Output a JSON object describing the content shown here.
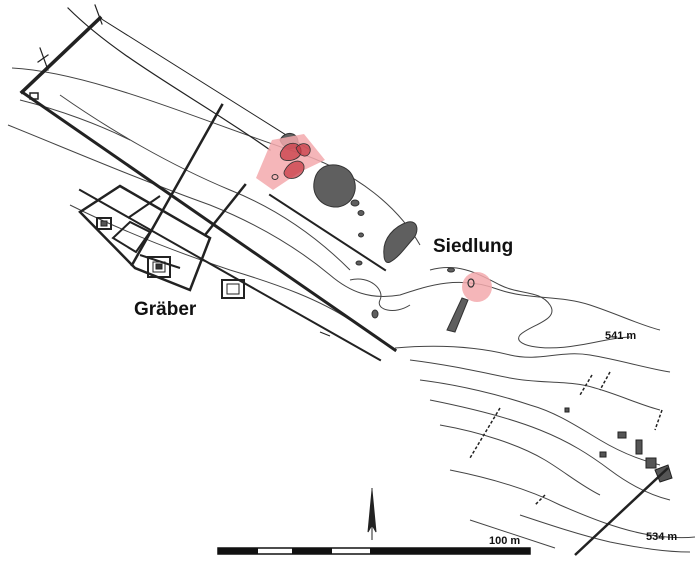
{
  "labels": {
    "settlement": "Siedlung",
    "graves": "Gräber",
    "contour_upper": "541 m",
    "contour_lower": "534 m",
    "scale": "100 m"
  },
  "colors": {
    "highlight": "#f3a9ad",
    "highlight_fill": "#c73b45",
    "feature_dark": "#5f5f5f",
    "line": "#222222",
    "contour": "#444444"
  },
  "icons": {
    "north_arrow": "north-arrow-icon"
  }
}
